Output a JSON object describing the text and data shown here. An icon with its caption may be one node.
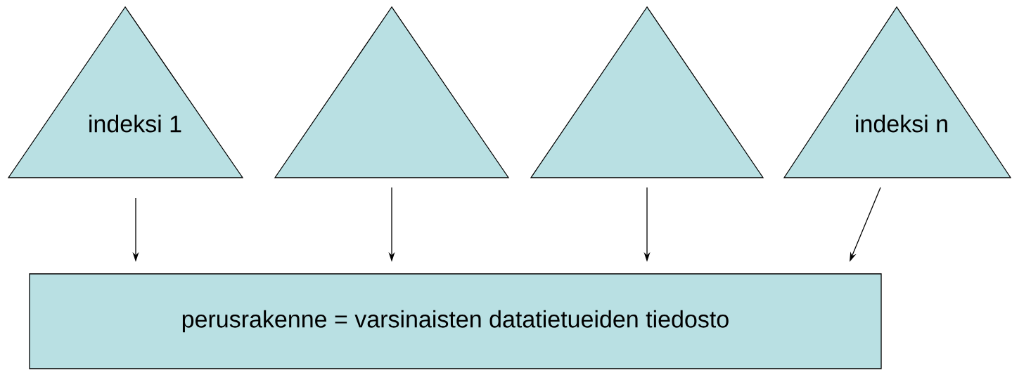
{
  "diagram": {
    "nodes": [
      {
        "text": [
          "indeksi 1"
        ]
      },
      {
        "text": [],
        "shape": "triangle"
      },
      {
        "text": [],
        "shape": "triangle"
      },
      {
        "text": [
          "indeksi n"
        ]
      },
      {
        "text": [
          "perusrakenne = varsinaisten datatietueiden tiedosto"
        ]
      }
    ],
    "edges": [
      {
        "from": 0,
        "to": 4,
        "arrow": "to"
      },
      {
        "from": 1,
        "to": 4,
        "arrow": "to"
      },
      {
        "from": 2,
        "to": 4,
        "arrow": "to"
      },
      {
        "from": 3,
        "to": 4,
        "arrow": "to"
      }
    ]
  }
}
